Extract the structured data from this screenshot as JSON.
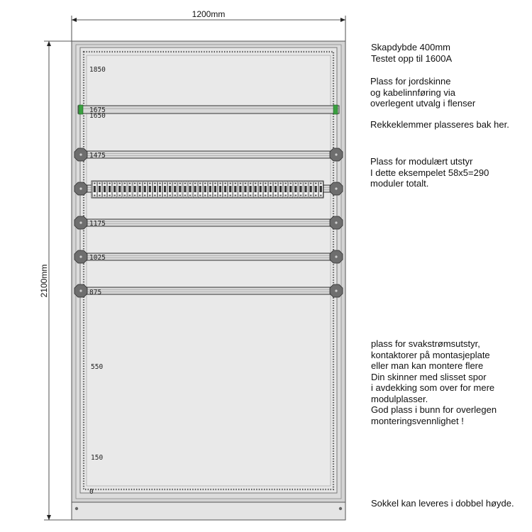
{
  "dimensions": {
    "width_label": "1200mm",
    "height_label": "2100mm"
  },
  "height_marks": [
    "1850",
    "1675",
    "1650",
    "1475",
    "1175",
    "1025",
    "875",
    "550",
    "150",
    "0"
  ],
  "notes": {
    "depth_test": "Skapdybde 400mm\nTestet opp til 1600A",
    "earth_bar": "Plass for jordskinne\nog kabelinnføring via\noverlegent utvalg i flenser",
    "terminals": "Rekkeklemmer plasseres bak her.",
    "modular": "Plass for modulært utstyr\nI dette eksempelet 58x5=290\nmoduler totalt.",
    "low_current": "plass for svakstrømsutstyr,\nkontaktorer på montasjeplate\neller man kan montere flere\nDin skinner med slisset spor\ni avdekking som over for mere\nmodulplasser.\nGod plass i bunn for overlegen\nmonteringsvennlighet !",
    "plinth": "Sokkel kan leveres i dobbel høyde."
  },
  "colors": {
    "panel_fill": "#e6e6e6",
    "frame_fill": "#d4d4d4",
    "earth_bar_accent": "#3aa040",
    "rail_fill": "#d8d8d8",
    "clamp_fill": "#6e6e6e"
  }
}
